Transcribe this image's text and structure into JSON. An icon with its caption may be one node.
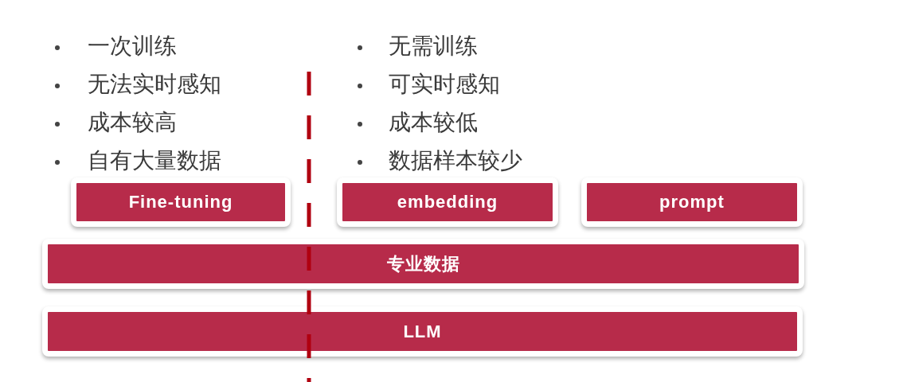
{
  "diagram": {
    "nodes": [
      {
        "text": [
          "Fine-tuning"
        ]
      },
      {
        "text": [
          "embedding"
        ]
      },
      {
        "text": [
          "prompt"
        ]
      },
      {
        "text": [
          "专业数据"
        ]
      },
      {
        "text": [
          "LLM"
        ]
      }
    ],
    "labels": [
      "一次训练",
      "无法实时感知",
      "成本较高",
      "自有大量数据",
      "无需训练",
      "可实时感知",
      "成本较低",
      "数据样本较少"
    ]
  }
}
